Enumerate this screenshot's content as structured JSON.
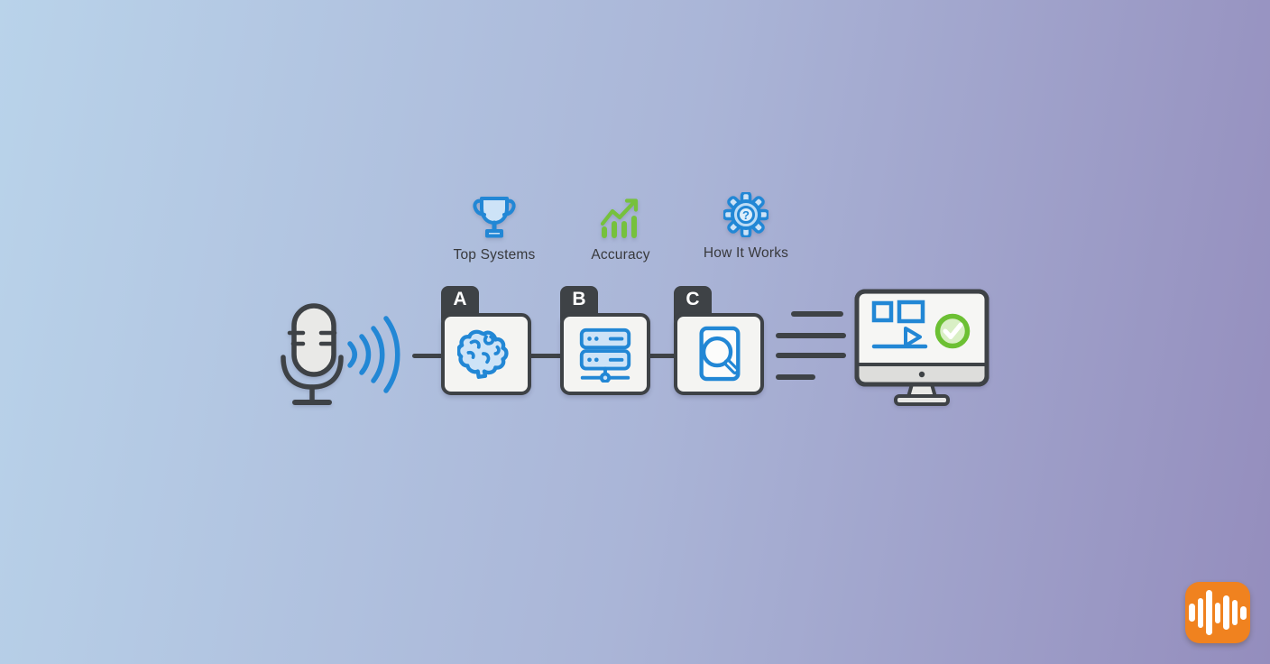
{
  "nav": {
    "items": [
      {
        "label": "Top Systems",
        "icon": "trophy-icon"
      },
      {
        "label": "Accuracy",
        "icon": "bar-chart-growth-icon"
      },
      {
        "label": "How It Works",
        "icon": "gear-question-icon",
        "glyph": "?"
      }
    ]
  },
  "pipeline": {
    "input": {
      "icon": "microphone-icon",
      "waves": "sound-waves-icon"
    },
    "stages": [
      {
        "tag": "A",
        "icon": "brain-icon"
      },
      {
        "tag": "B",
        "icon": "server-icon"
      },
      {
        "tag": "C",
        "icon": "document-search-icon"
      }
    ],
    "output": {
      "icon": "monitor-icon",
      "status": "check-circle-icon"
    }
  },
  "logo": {
    "name": "audio-waveform-logo"
  },
  "colors": {
    "background_left": "#b9d3ea",
    "background_right": "#948dbd",
    "accent_blue": "#2287d5",
    "accent_blue_light": "#cde3f7",
    "accent_green": "#76c13d",
    "check_ring_green": "#6cc033",
    "check_fill_green": "#d9efc5",
    "outline_dark": "#3e4246",
    "box_fill": "#f4f4f2",
    "logo_orange": "#f0821f"
  }
}
